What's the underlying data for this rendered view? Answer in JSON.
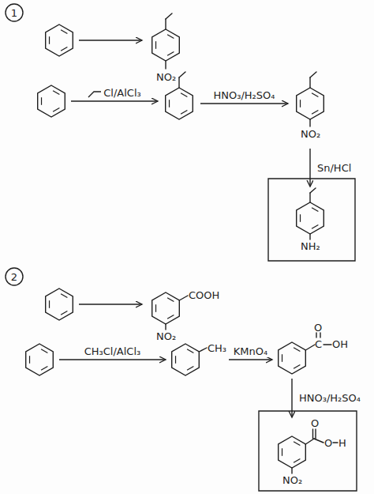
{
  "diagram": {
    "nodes": [
      {
        "text": [
          "1"
        ]
      },
      {
        "text": []
      },
      {
        "text": [
          "NO₂"
        ]
      },
      {
        "text": []
      },
      {
        "text": []
      },
      {
        "text": [
          "NO₂"
        ]
      },
      {
        "text": [
          "NH₂"
        ]
      },
      {
        "text": [
          "2"
        ]
      },
      {
        "text": []
      },
      {
        "text": [
          "COOH",
          "NO₂"
        ]
      },
      {
        "text": []
      },
      {
        "text": [
          "CH₃"
        ]
      },
      {
        "text": [
          "O",
          "C",
          "OH"
        ]
      },
      {
        "text": [
          "O",
          "O",
          "H",
          "NO₂"
        ]
      }
    ],
    "edges": [
      {
        "from": 1,
        "to": 2,
        "arrow": "to"
      },
      {
        "from": 3,
        "to": 4,
        "label": "Cl/AlCl₃",
        "arrow": "to"
      },
      {
        "from": 4,
        "to": 5,
        "label": "HNO₃/H₂SO₄",
        "arrow": "to"
      },
      {
        "from": 5,
        "to": 6,
        "label": "Sn/HCl",
        "arrow": "to"
      },
      {
        "from": 8,
        "to": 9,
        "arrow": "to"
      },
      {
        "from": 10,
        "to": 11,
        "label": "CH₃Cl/AlCl₃",
        "arrow": "to"
      },
      {
        "from": 11,
        "to": 12,
        "label": "KMnO₄",
        "arrow": "to"
      },
      {
        "from": 12,
        "to": 13,
        "label": "HNO₃/H₂SO₄",
        "arrow": "to"
      }
    ]
  }
}
